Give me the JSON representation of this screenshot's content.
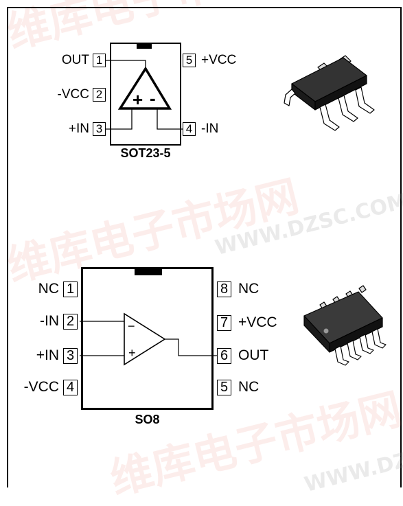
{
  "sot23": {
    "name": "SOT23-5",
    "pins": [
      {
        "num": "1",
        "label": "OUT"
      },
      {
        "num": "2",
        "label": "-VCC"
      },
      {
        "num": "3",
        "label": "+IN"
      },
      {
        "num": "4",
        "label": "-IN"
      },
      {
        "num": "5",
        "label": "+VCC"
      }
    ],
    "plus": "+",
    "minus": "-"
  },
  "so8": {
    "name": "SO8",
    "pins": [
      {
        "num": "1",
        "label": "NC"
      },
      {
        "num": "2",
        "label": "-IN"
      },
      {
        "num": "3",
        "label": "+IN"
      },
      {
        "num": "4",
        "label": "-VCC"
      },
      {
        "num": "5",
        "label": "NC"
      },
      {
        "num": "6",
        "label": "OUT"
      },
      {
        "num": "7",
        "label": "+VCC"
      },
      {
        "num": "8",
        "label": "NC"
      }
    ],
    "plus": "+",
    "minus": "−"
  },
  "watermark": {
    "cn": "维库电子市场网",
    "url": "WWW.DZSC.COM"
  }
}
